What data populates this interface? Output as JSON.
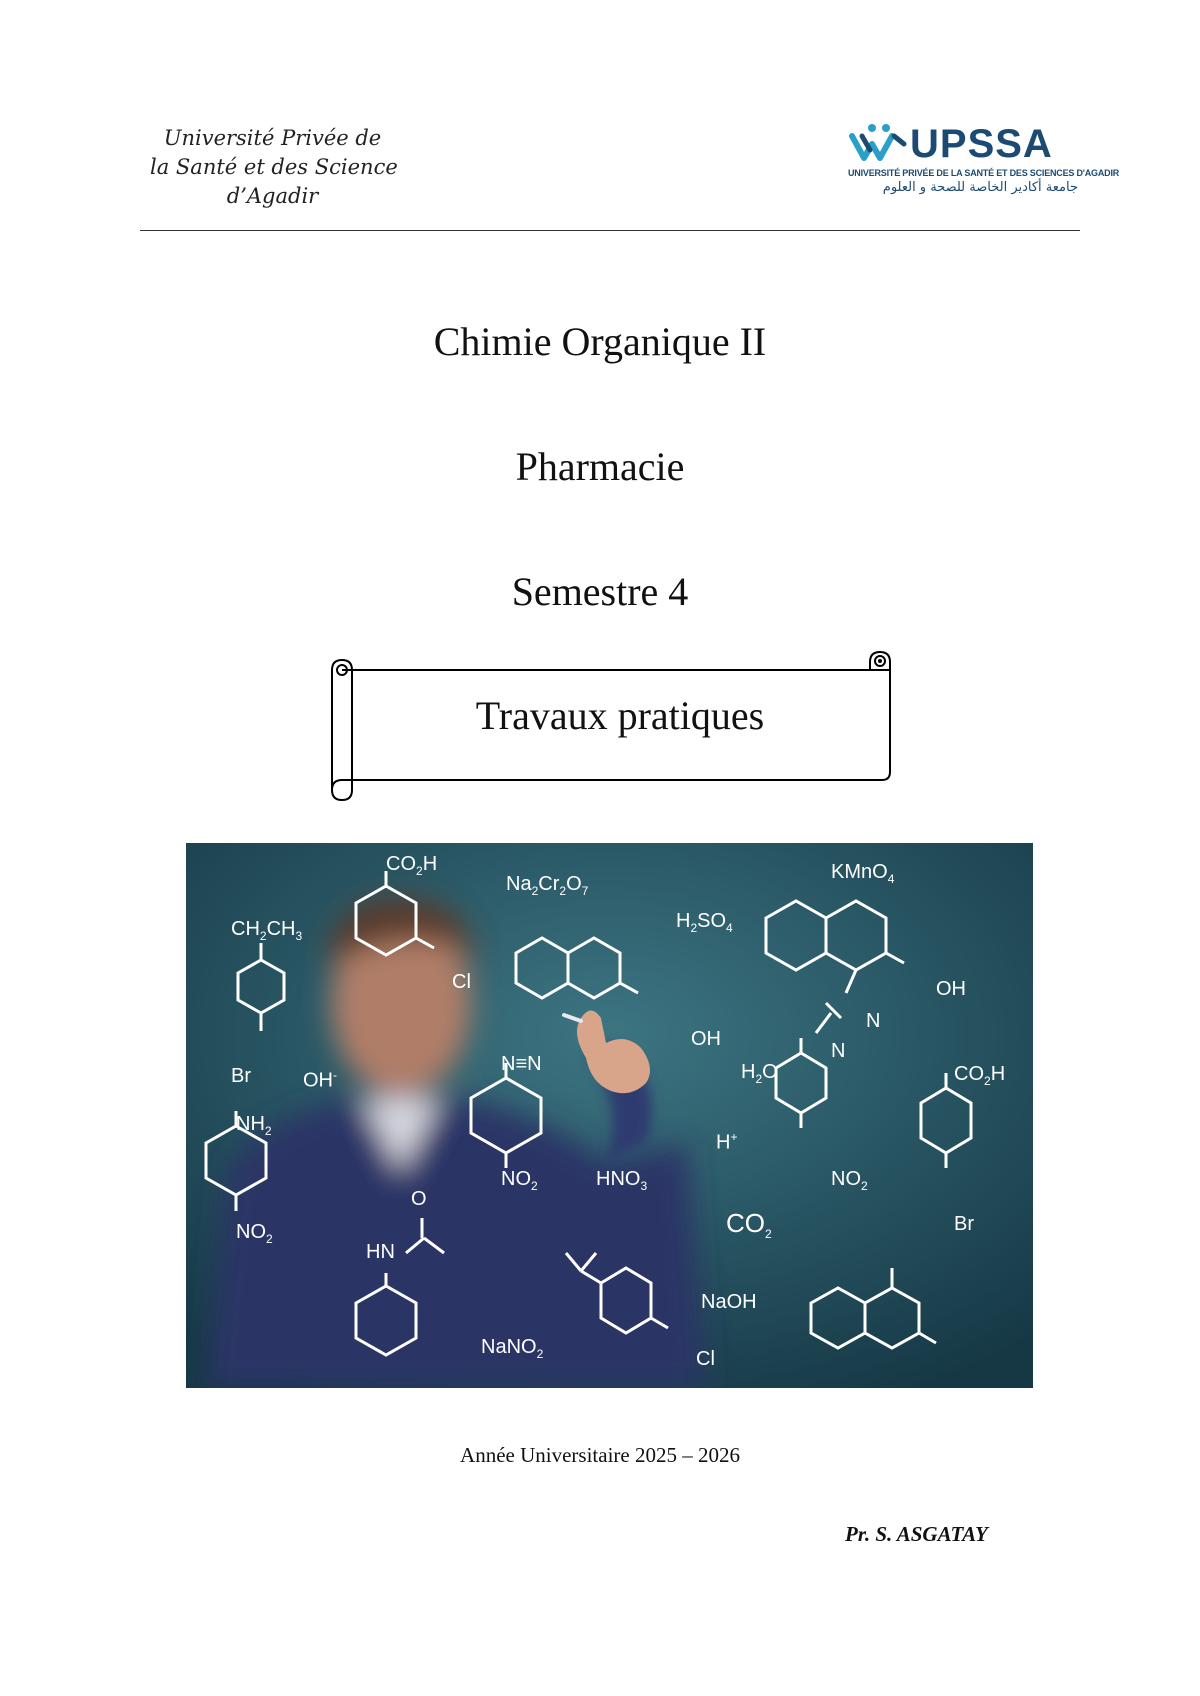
{
  "header": {
    "university_lines": [
      "Université Privée de",
      "la Santé et des Science",
      "d’Agadir"
    ],
    "logo": {
      "text": "UPSSA",
      "subtitle_fr": "UNIVERSITÉ PRIVÉE DE LA SANTÉ ET DES SCIENCES D'AGADIR",
      "subtitle_ar": "جامعة أكادير الخاصة للصحة و العلوم",
      "colors": {
        "primary": "#1b4b73",
        "accent": "#2a9fc9"
      }
    }
  },
  "document": {
    "title": "Chimie Organique II",
    "program": "Pharmacie",
    "semester": "Semestre 4",
    "banner": "Travaux pratiques"
  },
  "cover_image": {
    "background_color": "#1f4a5a",
    "formulas": {
      "ch2ch3": {
        "main": "CH",
        "s1": "2",
        "mid": "CH",
        "s2": "3"
      },
      "br1": "Br",
      "co2h1": {
        "main": "CO",
        "s1": "2",
        "end": "H"
      },
      "cl1": "Cl",
      "na2cr2o7": {
        "a": "Na",
        "s1": "2",
        "b": "Cr",
        "s2": "2",
        "c": "O",
        "s3": "7"
      },
      "h2so4": {
        "a": "H",
        "s1": "2",
        "b": "SO",
        "s2": "4"
      },
      "kmno4": {
        "a": "KMnO",
        "s1": "4"
      },
      "oh1": "OH",
      "oh2": "OH",
      "oh_minus": {
        "a": "OH",
        "sup": "-"
      },
      "nn_triple": "N≡N",
      "n1": "N",
      "n2": "N",
      "h2o": {
        "a": "H",
        "s1": "2",
        "b": "O"
      },
      "h_plus": {
        "a": "H",
        "sup": "+"
      },
      "co2h2": {
        "main": "CO",
        "s1": "2",
        "end": "H"
      },
      "nh2": {
        "a": "NH",
        "s1": "2"
      },
      "no2_1": {
        "a": "NO",
        "s1": "2"
      },
      "no2_2": {
        "a": "NO",
        "s1": "2"
      },
      "no2_3": {
        "a": "NO",
        "s1": "2"
      },
      "hno3": {
        "a": "HNO",
        "s1": "3"
      },
      "co2": {
        "a": "CO",
        "s1": "2"
      },
      "br2": "Br",
      "o": "O",
      "hn": "HN",
      "naoh": "NaOH",
      "nano2": {
        "a": "NaNO",
        "s1": "2"
      },
      "cl2": "Cl"
    }
  },
  "footer": {
    "academic_year": "Année Universitaire 2025 – 2026",
    "author": "Pr. S. ASGATAY"
  }
}
